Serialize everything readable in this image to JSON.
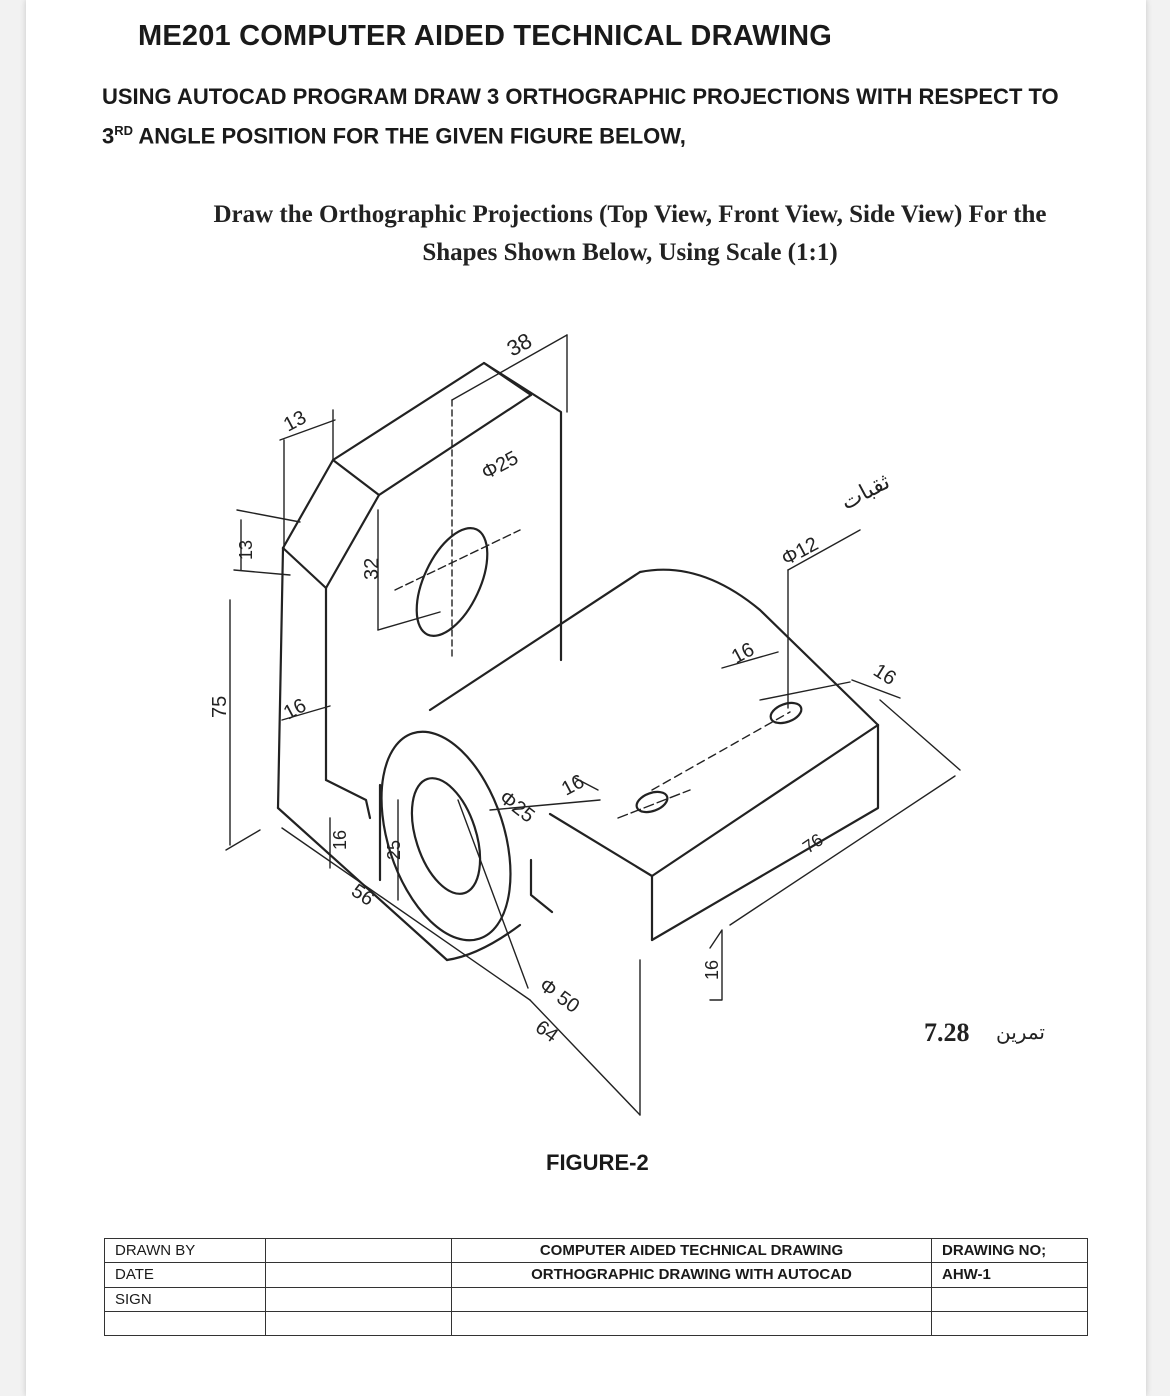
{
  "header": {
    "title": "ME201 COMPUTER AIDED TECHNICAL DRAWING",
    "instruction_line1": "USING AUTOCAD PROGRAM DRAW 3 ORTHOGRAPHIC PROJECTIONS WITH RESPECT TO",
    "instruction_ord_num": "3",
    "instruction_ord_sup": "RD",
    "instruction_line2": " ANGLE POSITION FOR THE GIVEN FIGURE BELOW,"
  },
  "subheading": {
    "line1": "Draw the Orthographic Projections (Top View, Front View, Side View) For the",
    "line2": "Shapes Shown Below, Using Scale (1:1)"
  },
  "figure": {
    "dims": {
      "d38": "38",
      "d13a": "13",
      "d13b": "13",
      "phi25a": "Φ25",
      "phi12": "Φ12",
      "d32": "32",
      "d75": "75",
      "d16a": "16",
      "d16b": "16",
      "d16c": "16",
      "d16d": "16",
      "d16e": "16",
      "d16f": "16",
      "phi25b": "Φ25",
      "d25": "25",
      "d56": "56",
      "phi50": "Φ 50",
      "d64": "64",
      "d76": "76"
    },
    "holes_label_ar": "ثقبات",
    "caption": "FIGURE-2",
    "exercise_number": "7.28",
    "exercise_label_ar": "تمرين"
  },
  "title_block": {
    "drawn_by": "DRAWN BY",
    "date": "DATE",
    "sign": "SIGN",
    "course_title": "COMPUTER AIDED TECHNICAL DRAWING",
    "drawing_title": "ORTHOGRAPHIC DRAWING WITH AUTOCAD",
    "drawing_no_label": "DRAWING NO;",
    "drawing_no": "AHW-1"
  }
}
